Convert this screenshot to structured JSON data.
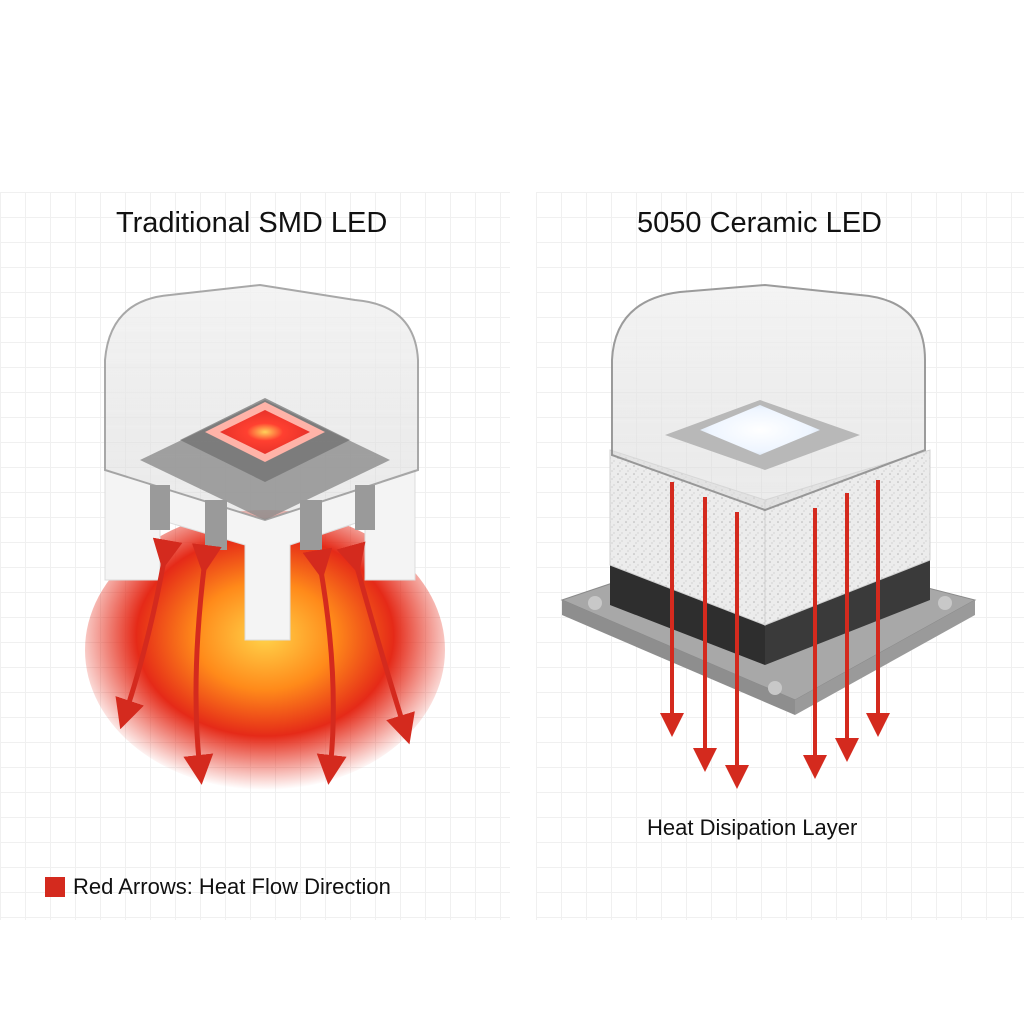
{
  "diagram": {
    "left_panel": {
      "title": "Traditional SMD LED",
      "chip_glow_color": "#ff3b2a",
      "heat_arrow_pattern": "curved, bidirectional, scattered around legs"
    },
    "right_panel": {
      "title": "5050 Ceramic LED",
      "chip_glow_color": "#eef6ff",
      "label": "Heat Disipation Layer",
      "heat_arrow_pattern": "straight, downward through ceramic to base plate",
      "arrow_count": 6
    },
    "legend": {
      "text": "Red Arrows: Heat Flow Direction",
      "swatch_color": "#d42a1e"
    },
    "colors": {
      "arrow_red": "#d42a1e",
      "grid_line": "#f0f0f0",
      "background": "#ffffff"
    }
  }
}
